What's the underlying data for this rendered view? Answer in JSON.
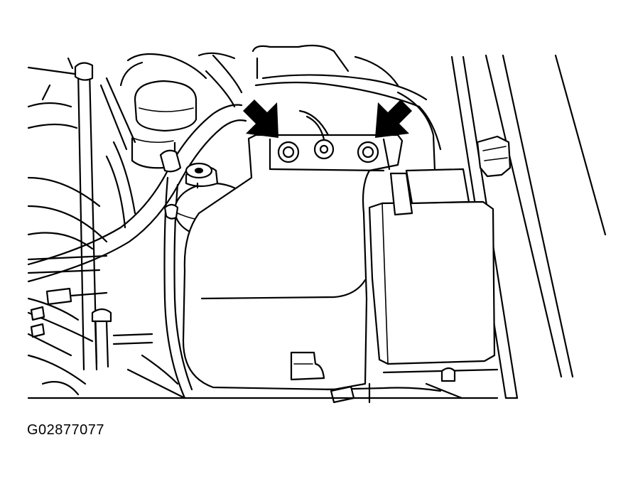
{
  "figure": {
    "id_label": "G02877077"
  },
  "colors": {
    "line": "#000000",
    "background": "#ffffff"
  },
  "callouts": [
    {
      "name": "left-arrow",
      "points_to": "left-bolt"
    },
    {
      "name": "right-arrow",
      "points_to": "right-bolt"
    }
  ]
}
